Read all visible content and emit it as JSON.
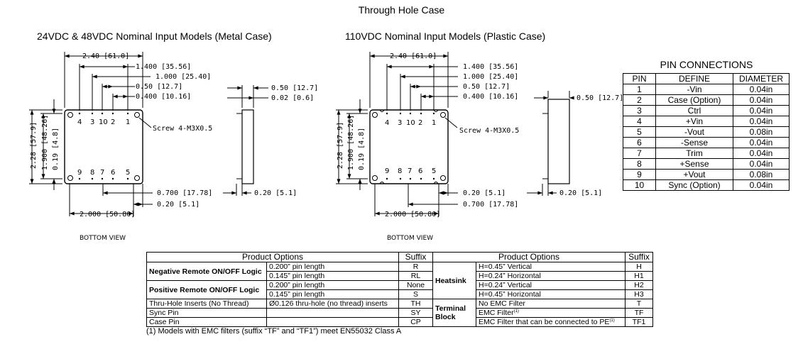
{
  "title": "Through Hole Case",
  "left_drawing": {
    "subtitle": "24VDC & 48VDC Nominal Input Models (Metal Case)",
    "dims_top": [
      "2.40 [61.0]",
      "1.400 [35.56]",
      "1.000 [25.40]",
      "0.50 [12.7]",
      "0.400 [10.16]"
    ],
    "dims_side": [
      "0.50 [12.7]",
      "0.02 [0.6]"
    ],
    "dims_vertical": [
      "2.28 [57.9]",
      "1.900 [48.26]",
      "0.19 [4.8]"
    ],
    "dims_bottom": [
      "0.700 [17.78]",
      "0.20 [5.1]",
      "2.000 [50.80]"
    ],
    "dim_side_bottom": "0.20 [5.1]",
    "screw": "Screw 4-M3X0.5",
    "pins_top": [
      "4",
      "3",
      "10",
      "2",
      "1"
    ],
    "pins_bottom": [
      "9",
      "8",
      "7",
      "6",
      "5"
    ],
    "view": "BOTTOM  VIEW"
  },
  "right_drawing": {
    "subtitle": "110VDC Nominal Input Models (Plastic Case)",
    "dims_top": [
      "2.40 [61.0]",
      "1.400 [35.56]",
      "1.000 [25.40]",
      "0.50 [12.7]",
      "0.400 [10.16]"
    ],
    "dims_side": [
      "0.50 [12.7]"
    ],
    "dims_vertical": [
      "2.28 [57.9]",
      "1.900 [48.26]",
      "0.19 [4.8]"
    ],
    "dims_bottom": [
      "0.20 [5.1]",
      "0.700 [17.78]",
      "2.000 [50.80]"
    ],
    "dim_side_bottom": "0.20 [5.1]",
    "screw": "Screw 4-M3X0.5",
    "pins_top": [
      "4",
      "3",
      "10",
      "2",
      "1"
    ],
    "pins_bottom": [
      "9",
      "8",
      "7",
      "6",
      "5"
    ],
    "view": "BOTTOM  VIEW"
  },
  "pin_connections": {
    "title": "PIN CONNECTIONS",
    "headers": [
      "PIN",
      "DEFINE",
      "DIAMETER"
    ],
    "rows": [
      [
        "1",
        "-Vin",
        "0.04in"
      ],
      [
        "2",
        "Case (Option)",
        "0.04in"
      ],
      [
        "3",
        "Ctrl",
        "0.04in"
      ],
      [
        "4",
        "+Vin",
        "0.04in"
      ],
      [
        "5",
        "-Vout",
        "0.08in"
      ],
      [
        "6",
        "-Sense",
        "0.04in"
      ],
      [
        "7",
        "Trim",
        "0.04in"
      ],
      [
        "8",
        "+Sense",
        "0.04in"
      ],
      [
        "9",
        "+Vout",
        "0.08in"
      ],
      [
        "10",
        "Sync (Option)",
        "0.04in"
      ]
    ]
  },
  "product_options": {
    "header_options": "Product Options",
    "header_suffix": "Suffix",
    "neg_logic": "Negative Remote ON/OFF Logic",
    "pos_logic": "Positive Remote ON/OFF Logic",
    "neg_rows": [
      [
        "0.200” pin length",
        "R"
      ],
      [
        "0.145” pin length",
        "RL"
      ]
    ],
    "pos_rows": [
      [
        "0.200” pin length",
        "None"
      ],
      [
        "0.145” pin length",
        "S"
      ]
    ],
    "thru_hole": [
      "Thru-Hole Inserts (No Thread)",
      "Ø0.126 thru-hole (no thread) inserts",
      "TH"
    ],
    "sync_pin": [
      "Sync Pin",
      "SY"
    ],
    "case_pin": [
      "Case Pin",
      "CP"
    ],
    "heatsink": "Heatsink",
    "heatsink_rows": [
      [
        "H=0.45” Vertical",
        "H"
      ],
      [
        "H=0.24” Horizontal",
        "H1"
      ],
      [
        "H=0.24” Vertical",
        "H2"
      ],
      [
        "H=0.45” Horizontal",
        "H3"
      ]
    ],
    "terminal_block": "Terminal Block",
    "no_emc": [
      "No EMC Filter",
      "T"
    ],
    "emc_filter": [
      "EMC Filter",
      "TF"
    ],
    "emc_pe": [
      "EMC Filter that can be connected to PE",
      "TF1"
    ],
    "sup_mark": "(1)"
  },
  "footnote": "(1) Models with EMC filters (suffix “TF” and “TF1”) meet EN55032 Class A"
}
